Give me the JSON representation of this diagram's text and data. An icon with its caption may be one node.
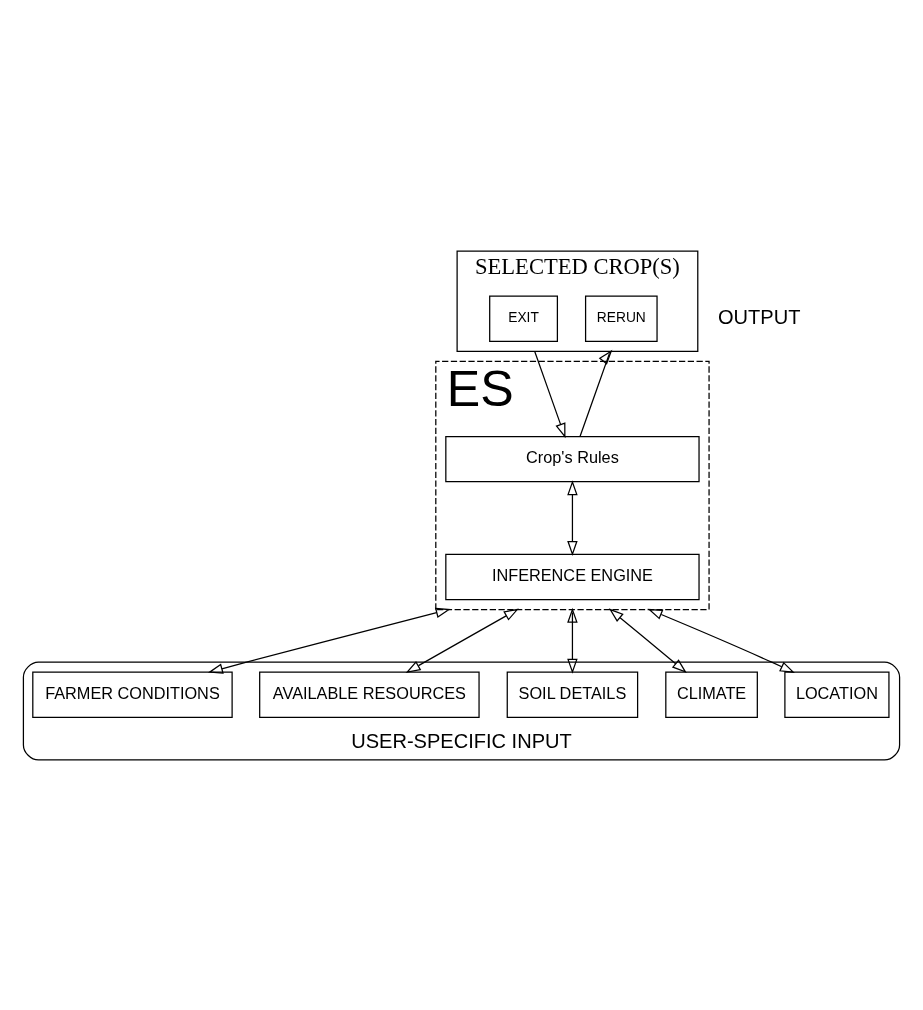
{
  "diagram": {
    "nodes": [
      {
        "text": [
          "SELECTED CROP(S)"
        ],
        "beside": [
          "OUTPUT"
        ]
      },
      {
        "text": [
          "RERUN"
        ],
        "in": 0
      },
      {
        "text": [
          "EXIT"
        ],
        "in": 0
      },
      {
        "text": [
          "ES"
        ]
      },
      {
        "text": [
          "Crop's Rules"
        ],
        "in": 3
      },
      {
        "text": [
          "INFERENCE ENGINE"
        ],
        "in": 3
      },
      {
        "text": [
          "USER-SPECIFIC INPUT"
        ]
      },
      {
        "text": [
          "LOCATION"
        ],
        "in": 6
      },
      {
        "text": [
          "CLIMATE"
        ],
        "in": 6
      },
      {
        "text": [
          "SOIL DETAILS"
        ],
        "in": 6
      },
      {
        "text": [
          "AVAILABLE RESOURCES"
        ],
        "in": 6
      },
      {
        "text": [
          "FARMER CONDITIONS"
        ],
        "in": 6
      }
    ],
    "edges": [
      {
        "from": 4,
        "to": 0,
        "arrow": "to"
      },
      {
        "from": 0,
        "to": 4,
        "arrow": "to"
      },
      {
        "from": 4,
        "to": 5,
        "arrow": "both"
      },
      {
        "from": 3,
        "to": 7,
        "arrow": "both"
      },
      {
        "from": 3,
        "to": 8,
        "arrow": "both"
      },
      {
        "from": 3,
        "to": 9,
        "arrow": "both"
      },
      {
        "from": 3,
        "to": 10,
        "arrow": "both"
      },
      {
        "from": 3,
        "to": 11,
        "arrow": "both"
      }
    ]
  }
}
